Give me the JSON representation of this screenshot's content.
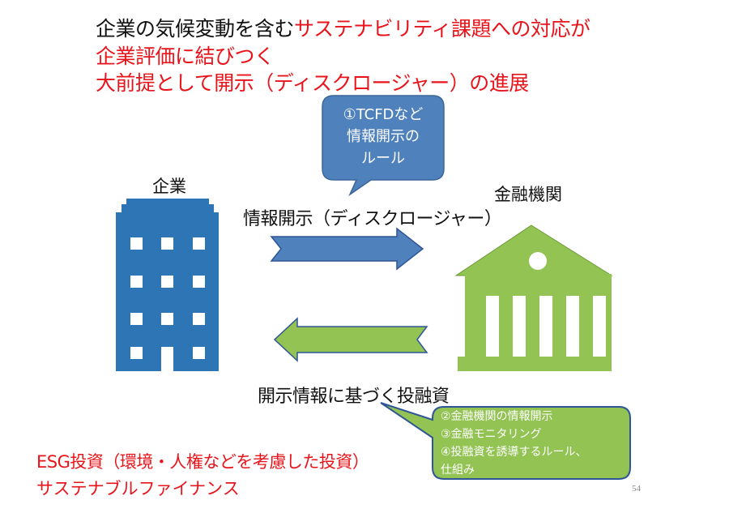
{
  "title": {
    "line1_black": "企業の気候変動を含む",
    "line1_red": "サステナビリティ課題への対応が",
    "line2": "企業評価に結びつく",
    "line3": "大前提として開示（ディスクロージャー）の進展"
  },
  "callout_rules": {
    "lines": [
      "①TCFDなど",
      "情報開示の",
      "ルール"
    ]
  },
  "labels": {
    "company": "企業",
    "financial_institution": "金融機関",
    "disclosure": "情報開示（ディスクロージャー）",
    "investment": "開示情報に基づく投融資"
  },
  "callout_measures": {
    "lines": [
      "②金融機関の情報開示",
      "③金融モニタリング",
      "④投融資を誘導するルール、",
      "仕組み"
    ]
  },
  "bottom": {
    "line1": "ESG投資（環境・人権などを考慮した投資）",
    "line2": "サステナブルファイナンス"
  },
  "page_number": "54",
  "colors": {
    "red": "#e8141b",
    "blue": "#2e75b6",
    "blue_callout": "#4f81bd",
    "green": "#92c353"
  }
}
